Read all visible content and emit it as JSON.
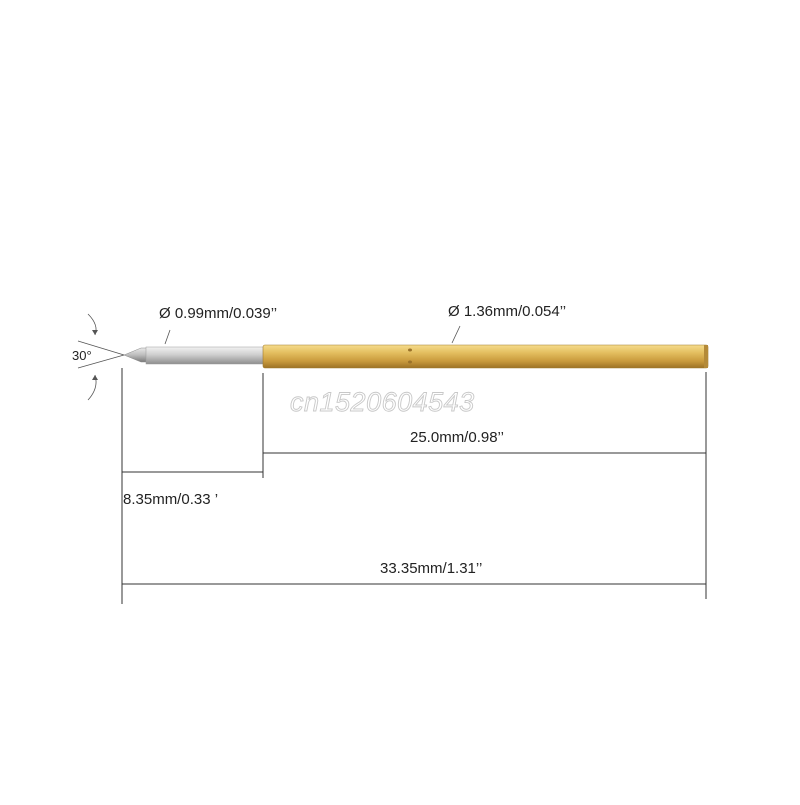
{
  "probe": {
    "barrel_color": "#cfa64a",
    "plunger_color": "#c9c9c9"
  },
  "labels": {
    "angle": "30°",
    "tip_diameter": "Ø 0.99mm/0.039’’",
    "barrel_diameter": "Ø 1.36mm/0.054’’",
    "barrel_length": "25.0mm/0.98’’",
    "plunger_length": "8.35mm/0.33 ’",
    "total_length": "33.35mm/1.31’’"
  },
  "watermark": "cn1520604543"
}
